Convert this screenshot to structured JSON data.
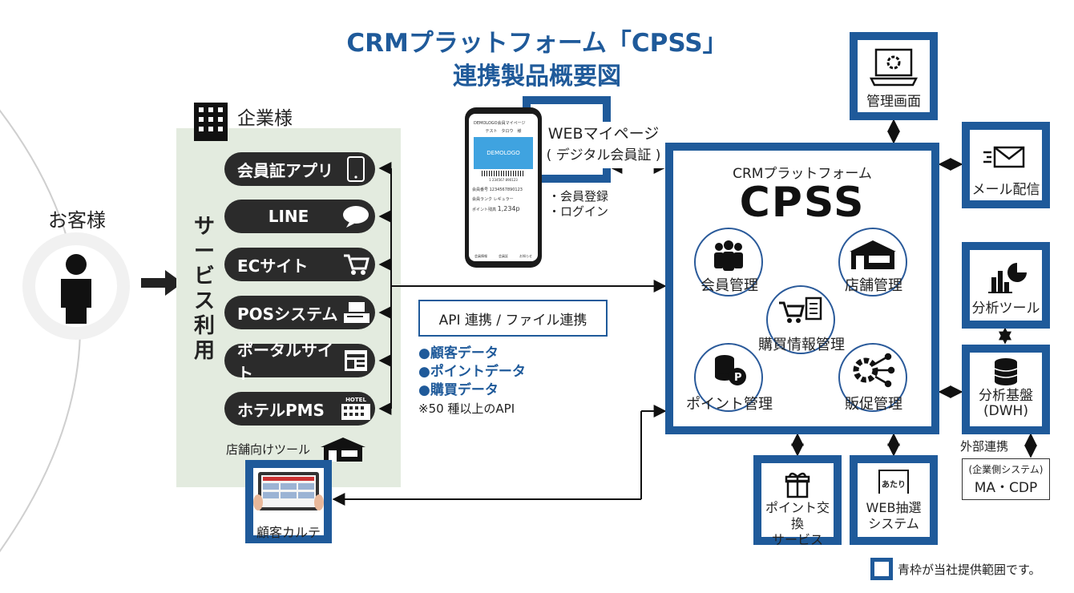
{
  "title": {
    "line1": "CRMプラットフォーム「CPSS」",
    "line2": "連携製品概要図"
  },
  "customer": {
    "label": "お客様"
  },
  "company": {
    "label": "企業様",
    "service_use": "サービス利用"
  },
  "services": [
    {
      "label": "会員証アプリ",
      "icon": "smartphone-icon"
    },
    {
      "label": "LINE",
      "icon": "chat-bubble-icon"
    },
    {
      "label": "ECサイト",
      "icon": "shopping-cart-icon"
    },
    {
      "label": "POSシステム",
      "icon": "register-icon"
    },
    {
      "label": "ポータルサイト",
      "icon": "portal-window-icon"
    },
    {
      "label": "ホテルPMS",
      "icon": "hotel-icon"
    }
  ],
  "hotel_sign": "HOTEL",
  "store_tools": {
    "label": "店舗向けツール",
    "karte": "顧客カルテ"
  },
  "webmypage": {
    "title": "WEBマイページ",
    "subtitle": "( デジタル会員証 )",
    "notes": [
      "・会員登録",
      "・ログイン"
    ]
  },
  "phone": {
    "header": "DEMOLOGO会員マイページ",
    "name": "テスト　タロウ　様",
    "card": "DEMOLOGO",
    "barcode_num": "1 234567 890123",
    "rows": [
      {
        "k": "会員番号",
        "v": "1234567890123"
      },
      {
        "k": "会員ランク",
        "v": "レギュラー"
      },
      {
        "k": "ポイント残高",
        "v": "1,234p"
      }
    ],
    "tabs": [
      "会員情報",
      "会員証",
      "お知らせ"
    ]
  },
  "api": {
    "label": "API 連携 / ファイル連携",
    "items": [
      "●顧客データ",
      "●ポイントデータ",
      "●購買データ"
    ],
    "note": "※50 種以上のAPI"
  },
  "cpss": {
    "small": "CRMプラットフォーム",
    "big": "CPSS",
    "modules": [
      "会員管理",
      "店舗管理",
      "購買情報管理",
      "ポイント管理",
      "販促管理"
    ]
  },
  "admin": {
    "label": "管理画面"
  },
  "mail": {
    "label": "メール配信"
  },
  "analysis_tool": {
    "label": "分析ツール"
  },
  "analysis_base": {
    "label": "分析基盤",
    "sub": "(DWH)"
  },
  "external": {
    "label": "外部連携",
    "box_line1": "(企業側システム)",
    "box_line2": "MA・CDP"
  },
  "point_exchange": {
    "line1": "ポイント交換",
    "line2": "サービス"
  },
  "web_lottery": {
    "line1": "WEB抽選",
    "line2": "システム",
    "tag": "あたり"
  },
  "legend": {
    "text": "青枠が当社提供範囲です。"
  },
  "colors": {
    "brand_blue": "#1f5a9a",
    "panel_green": "#e3ebdf",
    "pill_dark": "#2b2b2b"
  }
}
